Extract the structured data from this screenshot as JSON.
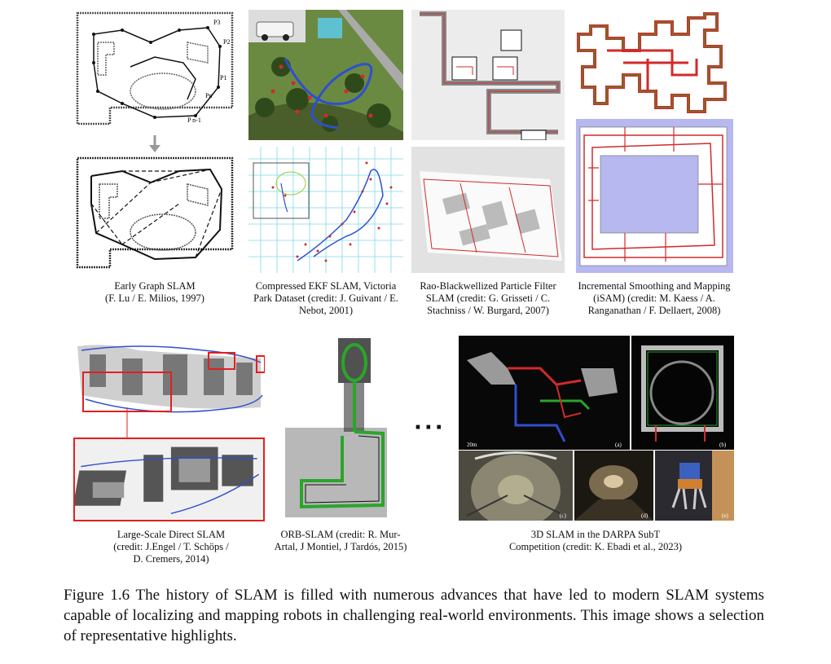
{
  "figure": {
    "number_label": "Figure 1.6",
    "text": "The history of SLAM is filled with numerous advances that have led to modern SLAM systems capable of localizing and mapping robots in challenging real-world environments. This image shows a selection of representative highlights."
  },
  "panels": {
    "graph_slam": {
      "caption": [
        "Early Graph SLAM",
        "(F. Lu / E. Milios, 1997)"
      ],
      "labels": [
        "P3",
        "P2",
        "P1",
        "Pn",
        "P n-1"
      ]
    },
    "ekf_slam": {
      "caption": [
        "Compressed EKF SLAM, Victoria",
        "Park Dataset (credit: J. Guivant / E.",
        "Nebot, 2001)"
      ]
    },
    "rbpf_slam": {
      "caption": [
        "Rao-Blackwellized Particle Filter",
        "SLAM (credit:  G. Grisseti / C.",
        "Stachniss / W. Burgard, 2007)"
      ]
    },
    "isam": {
      "caption": [
        "Incremental Smoothing and Mapping",
        "(iSAM) (credit:  M. Kaess / A.",
        "Ranganathan / F. Dellaert, 2008)"
      ]
    },
    "lsd_slam": {
      "caption": [
        "Large-Scale Direct SLAM",
        "(credit: J.Engel / T. Schöps /",
        "D. Cremers, 2014)"
      ]
    },
    "orb_slam": {
      "caption": [
        "ORB-SLAM (credit: R. Mur-",
        "Artal, J Montiel, J Tardós, 2015)"
      ]
    },
    "darpa": {
      "caption": [
        "3D SLAM in the DARPA SubT",
        "Competition (credit: K. Ebadi et al., 2023)"
      ],
      "sub_labels": [
        "(a)",
        "(b)",
        "(c)",
        "(d)",
        "(e)"
      ],
      "scale_label": "20m"
    }
  },
  "ellipsis": "···",
  "colors": {
    "red_path": "#d22a2a",
    "blue_path": "#2f4fd0",
    "green_path": "#2aa52a",
    "grid_cyan": "#7fd8ea",
    "isam_bg": "#b8b8f0"
  }
}
